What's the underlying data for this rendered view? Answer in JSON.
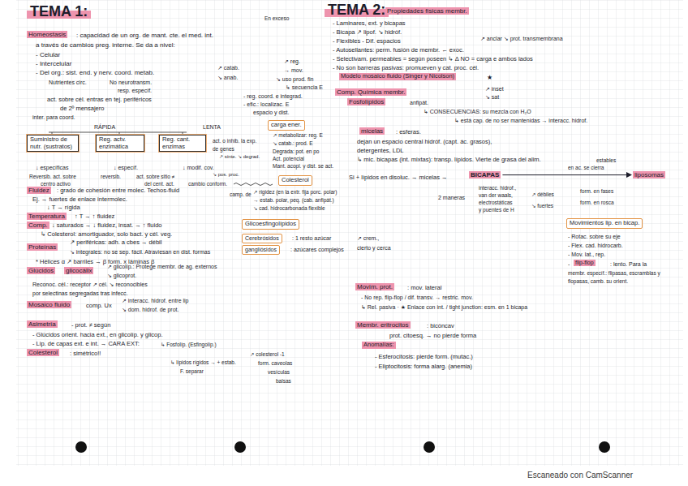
{
  "diagram": {
    "nodes": [
      {
        "text": [
          "TEMA 1:"
        ]
      },
      {
        "text": [
          "TEMA 2:"
        ]
      },
      {
        "text": [
          "Homeostasis"
        ]
      },
      {
        "text": [
          "Suministro de nutr. (sustratos)"
        ]
      },
      {
        "text": [
          "Reg. actv. enzimática"
        ]
      },
      {
        "text": [
          "Reg. cant. enzimas"
        ]
      },
      {
        "text": [
          "carga ener."
        ]
      },
      {
        "text": [
          "Colesterol"
        ]
      },
      {
        "text": [
          "Fluidez"
        ]
      },
      {
        "text": [
          "Temperatura"
        ]
      },
      {
        "text": [
          "Comp."
        ]
      },
      {
        "text": [
          "Proteínas"
        ]
      },
      {
        "text": [
          "Glicoesfingolípidos"
        ]
      },
      {
        "text": [
          "Cerebrósidos"
        ]
      },
      {
        "text": [
          "gangliósidos"
        ]
      },
      {
        "text": [
          "Glúcidos"
        ]
      },
      {
        "text": [
          "glicocálix"
        ]
      },
      {
        "text": [
          "Mosaico fluido"
        ]
      },
      {
        "text": [
          "Asimetría"
        ]
      },
      {
        "text": [
          "Colesterol"
        ]
      },
      {
        "text": [
          "Propiedades físicas membr."
        ]
      },
      {
        "text": [
          "Modelo mosaico fluido (Singer y Nicolson)"
        ]
      },
      {
        "text": [
          "Comp. Química membr."
        ]
      },
      {
        "text": [
          "Fosfolípidos"
        ]
      },
      {
        "text": [
          "micelas"
        ]
      },
      {
        "text": [
          "BICAPAS"
        ]
      },
      {
        "text": [
          "liposomas"
        ]
      },
      {
        "text": [
          "Movimientos lip. en bicap."
        ]
      },
      {
        "text": [
          "flip-flop"
        ]
      },
      {
        "text": [
          "Movim. prot."
        ]
      },
      {
        "text": [
          "Membr. eritrocitos"
        ]
      },
      {
        "text": [
          "Anomalías:"
        ]
      }
    ],
    "edges": [
      {
        "from": 25,
        "to": 26,
        "arrow": "to"
      }
    ],
    "labels": [
      "En exceso",
      ": capacidad de un org. de mant. cte. el med. int.",
      "a través de cambios preg. interne. Se da a nivel:",
      "- Celular",
      "- Intercelular",
      "- Del org.: sist. end. y nerv. coord. metab.",
      "↗ catab.",
      "↘ anab.",
      "↗ reg.",
      "→ mov.",
      "↘ uso prod. fin",
      "↳ secuencia E",
      "Nutrientes circ.",
      "No neurotransm.",
      "resp. específ.",
      "act. sobre cél. entras en tej. periféricos",
      "de 2º mensajero",
      "- reg. coord. e integrad.",
      "- efic.: localizac. E",
      "espacio y dist.",
      "inter. para coord.",
      "RÁPIDA",
      "LENTA",
      "↗ metabolizar: reg. E",
      "↘ catab.: prod. E",
      "Degrada: pot. en po",
      "Act. potencial",
      "Mant. acopl. y dist. se act.",
      "act. o inhib. la exp.",
      "de genes",
      "↗ sínte. ↘ degrad.",
      "↓ específicas",
      "↓ específ.",
      "↓ modif. cov.",
      "↘ pos. proc.",
      "Reversib. act. sobre",
      "centro activo",
      "reversib.",
      "act. sobre sitio ≠",
      "del cent. act.",
      "cambio conform.",
      "camp. de",
      "↗ rigidez (en la extr. fija porc. polar)",
      "→ estab. polar, peq. (cab. anfipát.)",
      "↘ cad. hidrocarbonada flexible",
      ": grado de cohesión entre molec. Techos-fluid",
      "Ej. → fuertes de enlace intermolec.",
      "↓ T → rígida",
      "↑ T → ↑ fluidez",
      "↓ saturados → ↓ fluidez, insat. → ↑ fluido",
      "↳ Colesterol: amortiguador, solo bact. y cél. veg.",
      "↗ periféricas: adh. a cbes → débil",
      "↘ integrales: no se sep. fácil. Atraviesan en dist. formas",
      "* Hélices α ↗ barriles → β form. x láminas β",
      ": 1 resto azúcar",
      ": azúcares complejos",
      "↗ crem.,",
      "cierto y cerca",
      "↗ glicolíp.: Protege membr. de ag. externos",
      "↘ glicoprot.",
      "Reconoc. cél.: receptor ↗ cél. ↘ reconocibles",
      "por selectinas segregadas tras infecc.",
      "comp. Ux",
      "↗ interacc. hidrof. entre lip",
      "↘ dom. hidrof. de prot.",
      "- prot. ≠ según",
      "- Glúcidos orient. hacia ext., en glicolíp. y glicop.",
      "- Lip. de capas ext. e int. → CARA EXT:",
      "↳ Fosfolíp. (Esfingolíp.)",
      ": simétrico!!",
      "↳ lípidos rígidos → + estab.",
      "F. separar",
      "↗ colesterol -1",
      "form. caveolas",
      "vesículas",
      "balsas",
      "- Laminares, ext. y bicapas",
      "- Bicapa ↗ lipof. ↘ hidróf.",
      "- Flexibles   - Dif. espacios",
      "↗ anclar ↘ prot. transmembrana",
      "- Autosellantes: perm. fusión de membr. ← exoc.",
      "- Selectivam. permeables = según poseen ↳ Δ NO = carga e ambos lados",
      "- No son barreras pasivas: promueven y cat. proc. cél.",
      "★",
      "↗ inset",
      "↘ sat",
      "anfipát.",
      "↳ CONSECUENCIAS: su mezcla con H₂O",
      "↳ está cap. de no ser mantenidas → interacc. hidrof.",
      ": esferas.",
      "dejan un espacio central hidróf. (capt. ác. grasos),",
      "detergentes, LDL",
      "↳ mic. bicapas (int. mixtas): transp. lípidos. Vierte de grasa del alim.",
      "Si + lípidos en disoluc. → micelas →",
      "estables",
      "en ac. se cierra",
      "2 maneras",
      "interacc. hidrof.,",
      "van der waals,",
      "electrostáticas",
      "y puentes de H",
      "↗ débiles",
      "↘ fuertes",
      "form. en fases",
      "form. en rosca",
      "- Rotac. sobre su eje",
      "- Flex. cad. hidrocarb.",
      "- Mov. lat., rep.",
      "-",
      ": lento. Para la",
      "membr. específ.: flipasas, escramblas y",
      "flopasas, camb. su orient.",
      ": mov. lateral",
      "- No rep. flip-flop / dif. transv. → restric. mov.",
      "↳ Rel. pasiva · ★ Enlace con int. / tight junction: esm. en 1 bicapa",
      ": bicóncav",
      "prot. citoesq. → no pierde forma",
      "- Esferocitosis: pierde form. (mutac.)",
      "- Eliptocitosis: forma alarg. (anemia)",
      "Escaneado con CamScanner"
    ]
  }
}
